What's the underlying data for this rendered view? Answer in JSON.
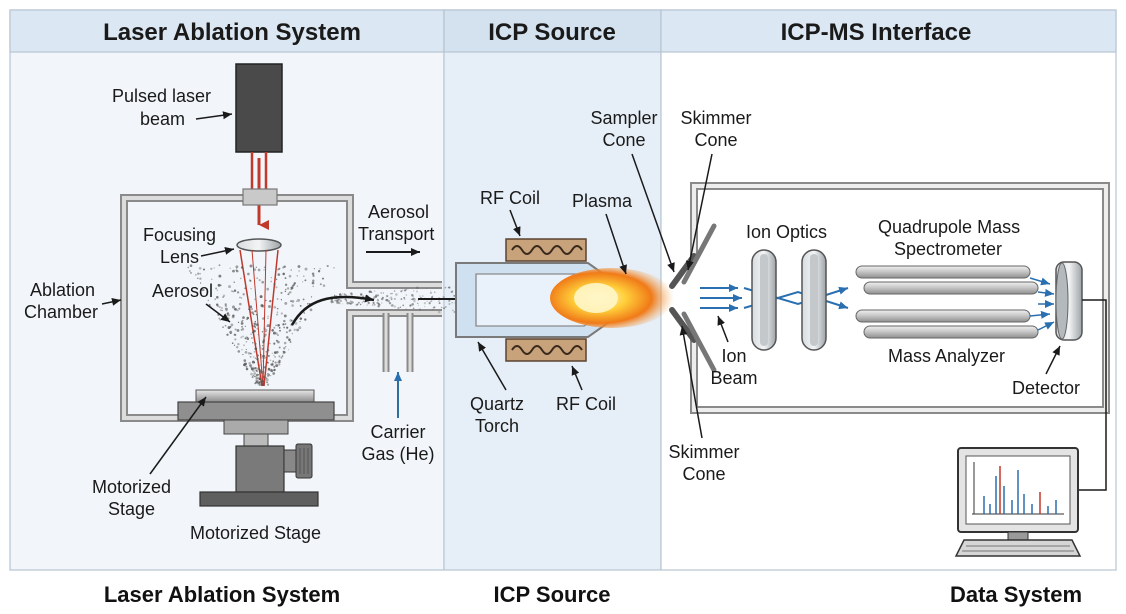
{
  "sections": {
    "laser_ablation": "Laser Ablation System",
    "icp_source": "ICP Source",
    "interface": "ICP-MS Interface"
  },
  "footer": {
    "laser_ablation": "Laser Ablation System",
    "icp_source": "ICP Source",
    "data_system": "Data System"
  },
  "labels": {
    "pulsed_laser_1": "Pulsed laser",
    "pulsed_laser_2": "beam",
    "focusing_1": "Focusing",
    "focusing_2": "Lens",
    "ablation_1": "Ablation",
    "ablation_2": "Chamber",
    "aerosol": "Aerosol",
    "aerosol_transport_1": "Aerosol",
    "aerosol_transport_2": "Transport",
    "motorized_1": "Motorized",
    "motorized_2": "Stage",
    "motorized_stage": "Motorized Stage",
    "carrier_1": "Carrier",
    "carrier_2": "Gas (He)",
    "rf_coil_top": "RF Coil",
    "rf_coil_bottom": "RF Coil",
    "plasma": "Plasma",
    "quartz_1": "Quartz",
    "quartz_2": "Torch",
    "sampler_1": "Sampler",
    "sampler_2": "Cone",
    "skimmer_top_1": "Skimmer",
    "skimmer_top_2": "Cone",
    "skimmer_bottom_1": "Skimmer",
    "skimmer_bottom_2": "Cone",
    "ion_optics": "Ion Optics",
    "quadrupole_1": "Quadrupole Mass",
    "quadrupole_2": "Spectrometer",
    "mass_analyzer": "Mass Analyzer",
    "ion_beam_1": "Ion",
    "ion_beam_2": "Beam",
    "detector": "Detector"
  },
  "colors": {
    "laser": "#c0392b",
    "carrier_arrow": "#2e6f9e",
    "ion_beam": "#2a6fb0",
    "header_bg": "#dbe7f2",
    "icp_bg": "#e6eef7"
  }
}
